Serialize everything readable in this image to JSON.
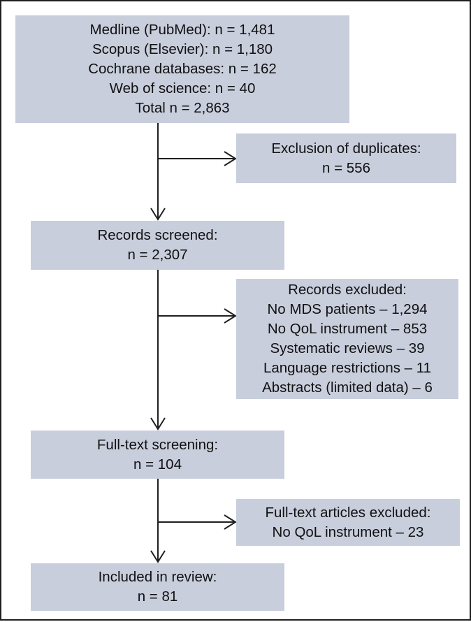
{
  "flow": {
    "identification": {
      "lines": [
        "Medline (PubMed): n = 1,481",
        "Scopus (Elsevier): n = 1,180",
        "Cochrane databases: n = 162",
        "Web of science: n = 40",
        "Total n = 2,863"
      ]
    },
    "duplicates": {
      "lines": [
        "Exclusion of duplicates:",
        "n = 556"
      ]
    },
    "screened": {
      "lines": [
        "Records screened:",
        "n = 2,307"
      ]
    },
    "excluded": {
      "lines": [
        "Records excluded:",
        "No MDS patients – 1,294",
        "No QoL instrument – 853",
        "Systematic reviews – 39",
        "Language restrictions – 11",
        "Abstracts (limited data) – 6"
      ]
    },
    "fulltext": {
      "lines": [
        "Full-text screening:",
        "n = 104"
      ]
    },
    "fulltext_excluded": {
      "lines": [
        "Full-text articles excluded:",
        "No QoL instrument – 23"
      ]
    },
    "included": {
      "lines": [
        "Included in review:",
        "n = 81"
      ]
    }
  },
  "colors": {
    "box_fill": "#c9cedd",
    "line": "#1f1f1f",
    "text": "#111111"
  }
}
